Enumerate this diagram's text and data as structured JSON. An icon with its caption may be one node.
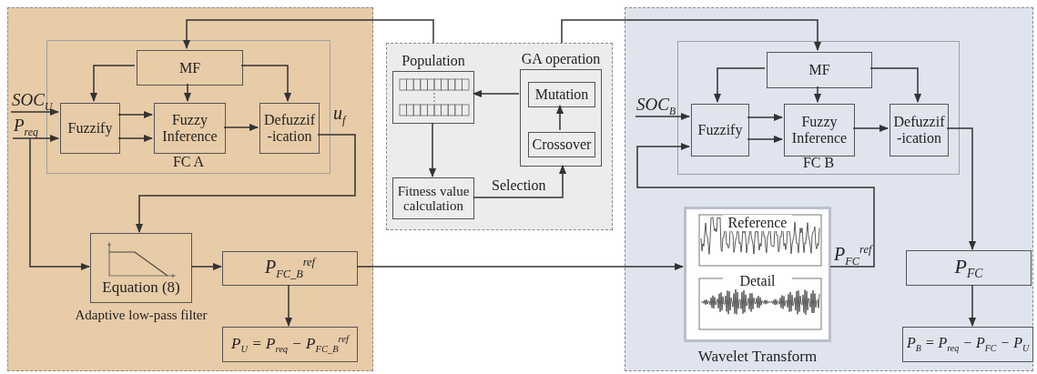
{
  "diagram": {
    "nodes": [
      {
        "text": [],
        "shape": "box"
      },
      {
        "text": [
          "FC A"
        ],
        "in": 0
      },
      {
        "text": [
          "MF"
        ],
        "in": 1
      },
      {
        "text": [
          "Fuzzify"
        ],
        "in": 1
      },
      {
        "text": [
          "Fuzzy Inference"
        ],
        "in": 1
      },
      {
        "text": [
          "Defuzzif -ication"
        ],
        "in": 1
      },
      {
        "text": [
          "SOC$_{U}$"
        ],
        "in": 0
      },
      {
        "text": [
          "P$_{req}$"
        ],
        "in": 0
      },
      {
        "text": [
          "Equation (8)"
        ],
        "beside": [
          "Adaptive low-pass filter"
        ],
        "in": 0
      },
      {
        "text": [
          "P$_{FC_B}$$^{ref}$"
        ],
        "in": 0
      },
      {
        "text": [
          "P$_{U}$ = P$_{req}$ − P$_{FC_B}$$^{ref}$"
        ],
        "in": 0
      },
      {
        "text": [],
        "shape": "box"
      },
      {
        "text": [
          "Population"
        ],
        "in": 11
      },
      {
        "text": [
          "GA operation"
        ],
        "in": 11
      },
      {
        "text": [
          "Mutation"
        ],
        "in": 13
      },
      {
        "text": [
          "Crossover"
        ],
        "in": 13
      },
      {
        "text": [
          "Fitness value calculation"
        ],
        "in": 11
      },
      {
        "text": [],
        "shape": "box"
      },
      {
        "text": [
          "FC B"
        ],
        "in": 17
      },
      {
        "text": [
          "MF"
        ],
        "in": 18
      },
      {
        "text": [
          "Fuzzify"
        ],
        "in": 18
      },
      {
        "text": [
          "Fuzzy Inference"
        ],
        "in": 18
      },
      {
        "text": [
          "Defuzzif -ication"
        ],
        "in": 18
      },
      {
        "text": [
          "SOC$_{B}$"
        ],
        "in": 17
      },
      {
        "text": [
          "Reference",
          "Detail",
          "Wavelet Transform"
        ],
        "in": 17
      },
      {
        "text": [
          "P$_{FC}$"
        ],
        "in": 17
      },
      {
        "text": [
          "P$_{B}$ = P$_{req}$ − P$_{FC}$ − P$_{U}$"
        ],
        "in": 17
      }
    ],
    "edges": [
      {
        "from": 11,
        "to": 2,
        "arrow": "to"
      },
      {
        "from": 11,
        "to": 19,
        "arrow": "to"
      },
      {
        "from": 2,
        "to": 3,
        "arrow": "to"
      },
      {
        "from": 2,
        "to": 4,
        "arrow": "to"
      },
      {
        "from": 2,
        "to": 5,
        "arrow": "to"
      },
      {
        "from": 6,
        "to": 3,
        "arrow": "to"
      },
      {
        "from": 7,
        "to": 3,
        "arrow": "to"
      },
      {
        "from": 7,
        "to": 8,
        "arrow": "to"
      },
      {
        "from": 3,
        "to": 4,
        "arrow": "to"
      },
      {
        "from": 3,
        "to": 4,
        "arrow": "to"
      },
      {
        "from": 4,
        "to": 5,
        "arrow": "to"
      },
      {
        "from": 5,
        "to": 8,
        "arrow": "to",
        "label": "u$_{f}$"
      },
      {
        "from": 8,
        "to": 9,
        "arrow": "to"
      },
      {
        "from": 9,
        "to": 10,
        "arrow": "to"
      },
      {
        "from": 9,
        "to": 24,
        "arrow": "to"
      },
      {
        "from": 13,
        "to": 12,
        "arrow": "to"
      },
      {
        "from": 15,
        "to": 14,
        "arrow": "to"
      },
      {
        "from": 12,
        "to": 16,
        "arrow": "to"
      },
      {
        "from": 16,
        "to": 13,
        "arrow": "to",
        "label": "Selection"
      },
      {
        "from": 19,
        "to": 20,
        "arrow": "to"
      },
      {
        "from": 19,
        "to": 21,
        "arrow": "to"
      },
      {
        "from": 19,
        "to": 22,
        "arrow": "to"
      },
      {
        "from": 23,
        "to": 20,
        "arrow": "to"
      },
      {
        "from": 20,
        "to": 21,
        "arrow": "to"
      },
      {
        "from": 20,
        "to": 21,
        "arrow": "to"
      },
      {
        "from": 21,
        "to": 22,
        "arrow": "to"
      },
      {
        "from": 24,
        "to": 20,
        "arrow": "to",
        "label": "P$_{FC}$$^{ref}$"
      },
      {
        "from": 22,
        "to": 25,
        "arrow": "to"
      },
      {
        "from": 25,
        "to": 26,
        "arrow": "to"
      }
    ]
  }
}
